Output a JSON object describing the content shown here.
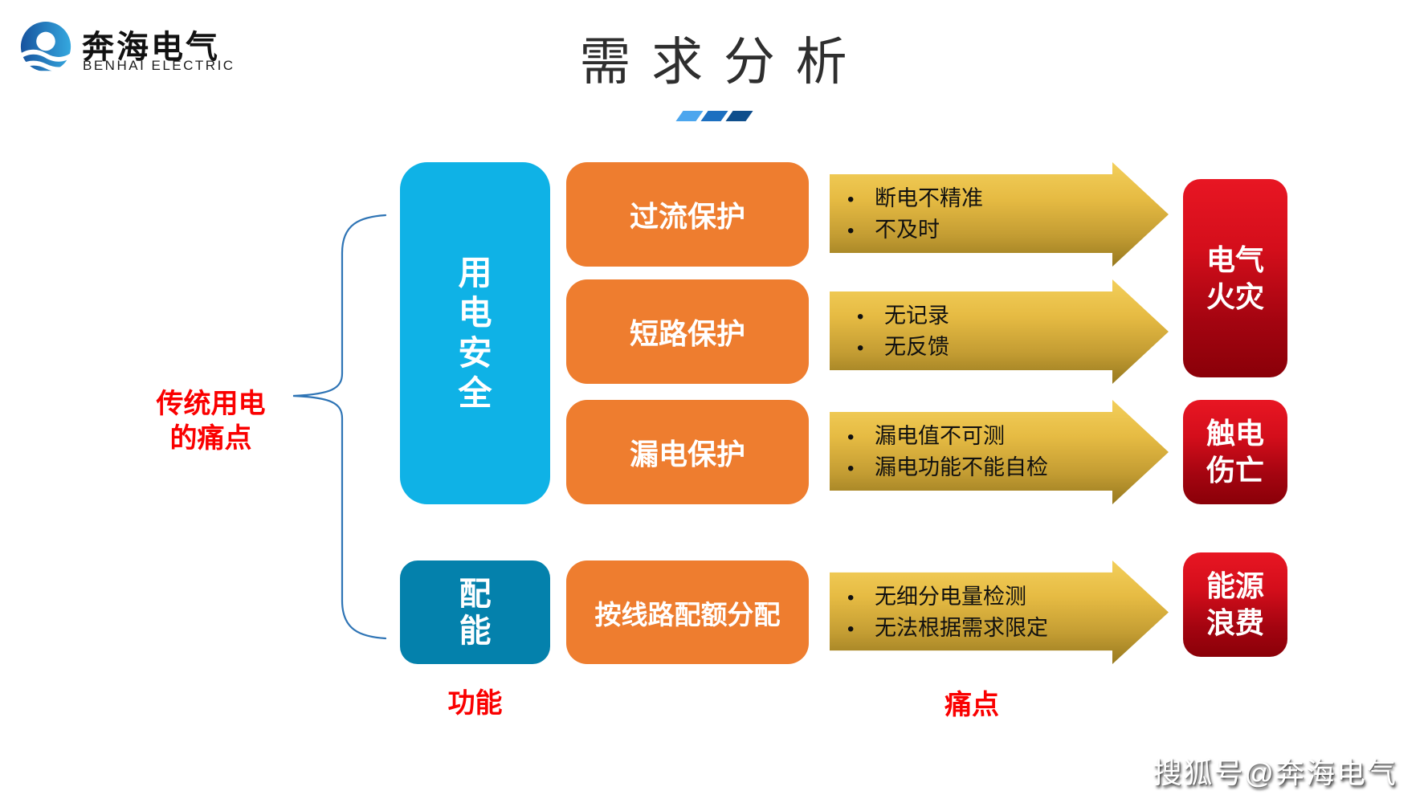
{
  "logo": {
    "name": "奔海电气",
    "name_en": "BENHAI ELECTRIC"
  },
  "header": {
    "title": "需 求 分 析"
  },
  "left_brace_label": "传统用电\n的痛点",
  "categories": [
    {
      "label": "用\n电\n安\n全"
    },
    {
      "label": "配\n能"
    }
  ],
  "rows": [
    {
      "function": "过流保护",
      "pains": [
        "断电不精准",
        "不及时"
      ]
    },
    {
      "function": "短路保护",
      "pains": [
        "无记录",
        "无反馈"
      ]
    },
    {
      "function": "漏电保护",
      "pains": [
        "漏电值不可测",
        "漏电功能不能自检"
      ]
    },
    {
      "function": "按线路配额分配",
      "pains": [
        "无细分电量检测",
        "无法根据需求限定"
      ]
    }
  ],
  "outcomes": [
    {
      "label": "电气\n火灾"
    },
    {
      "label": "触电\n伤亡"
    },
    {
      "label": "能源\n浪费"
    }
  ],
  "column_labels": {
    "functions": "功能",
    "pains": "痛点"
  },
  "watermark": "搜狐号@奔海电气",
  "bullet_glyph": "•",
  "colors": {
    "cyan_box": "#0FB2E6",
    "teal_box": "#0481AC",
    "orange_box": "#EE7D2F",
    "gold_arrow_top": "#F3CF5B",
    "gold_arrow_bottom": "#97791F",
    "red_box_top": "#E81623",
    "red_box_bottom": "#8A0008",
    "brace_blue": "#2E74B5",
    "label_red": "#FA0000",
    "slash_1": "#4CA6EE",
    "slash_2": "#1C6FC0",
    "slash_3": "#0F4E8C"
  }
}
